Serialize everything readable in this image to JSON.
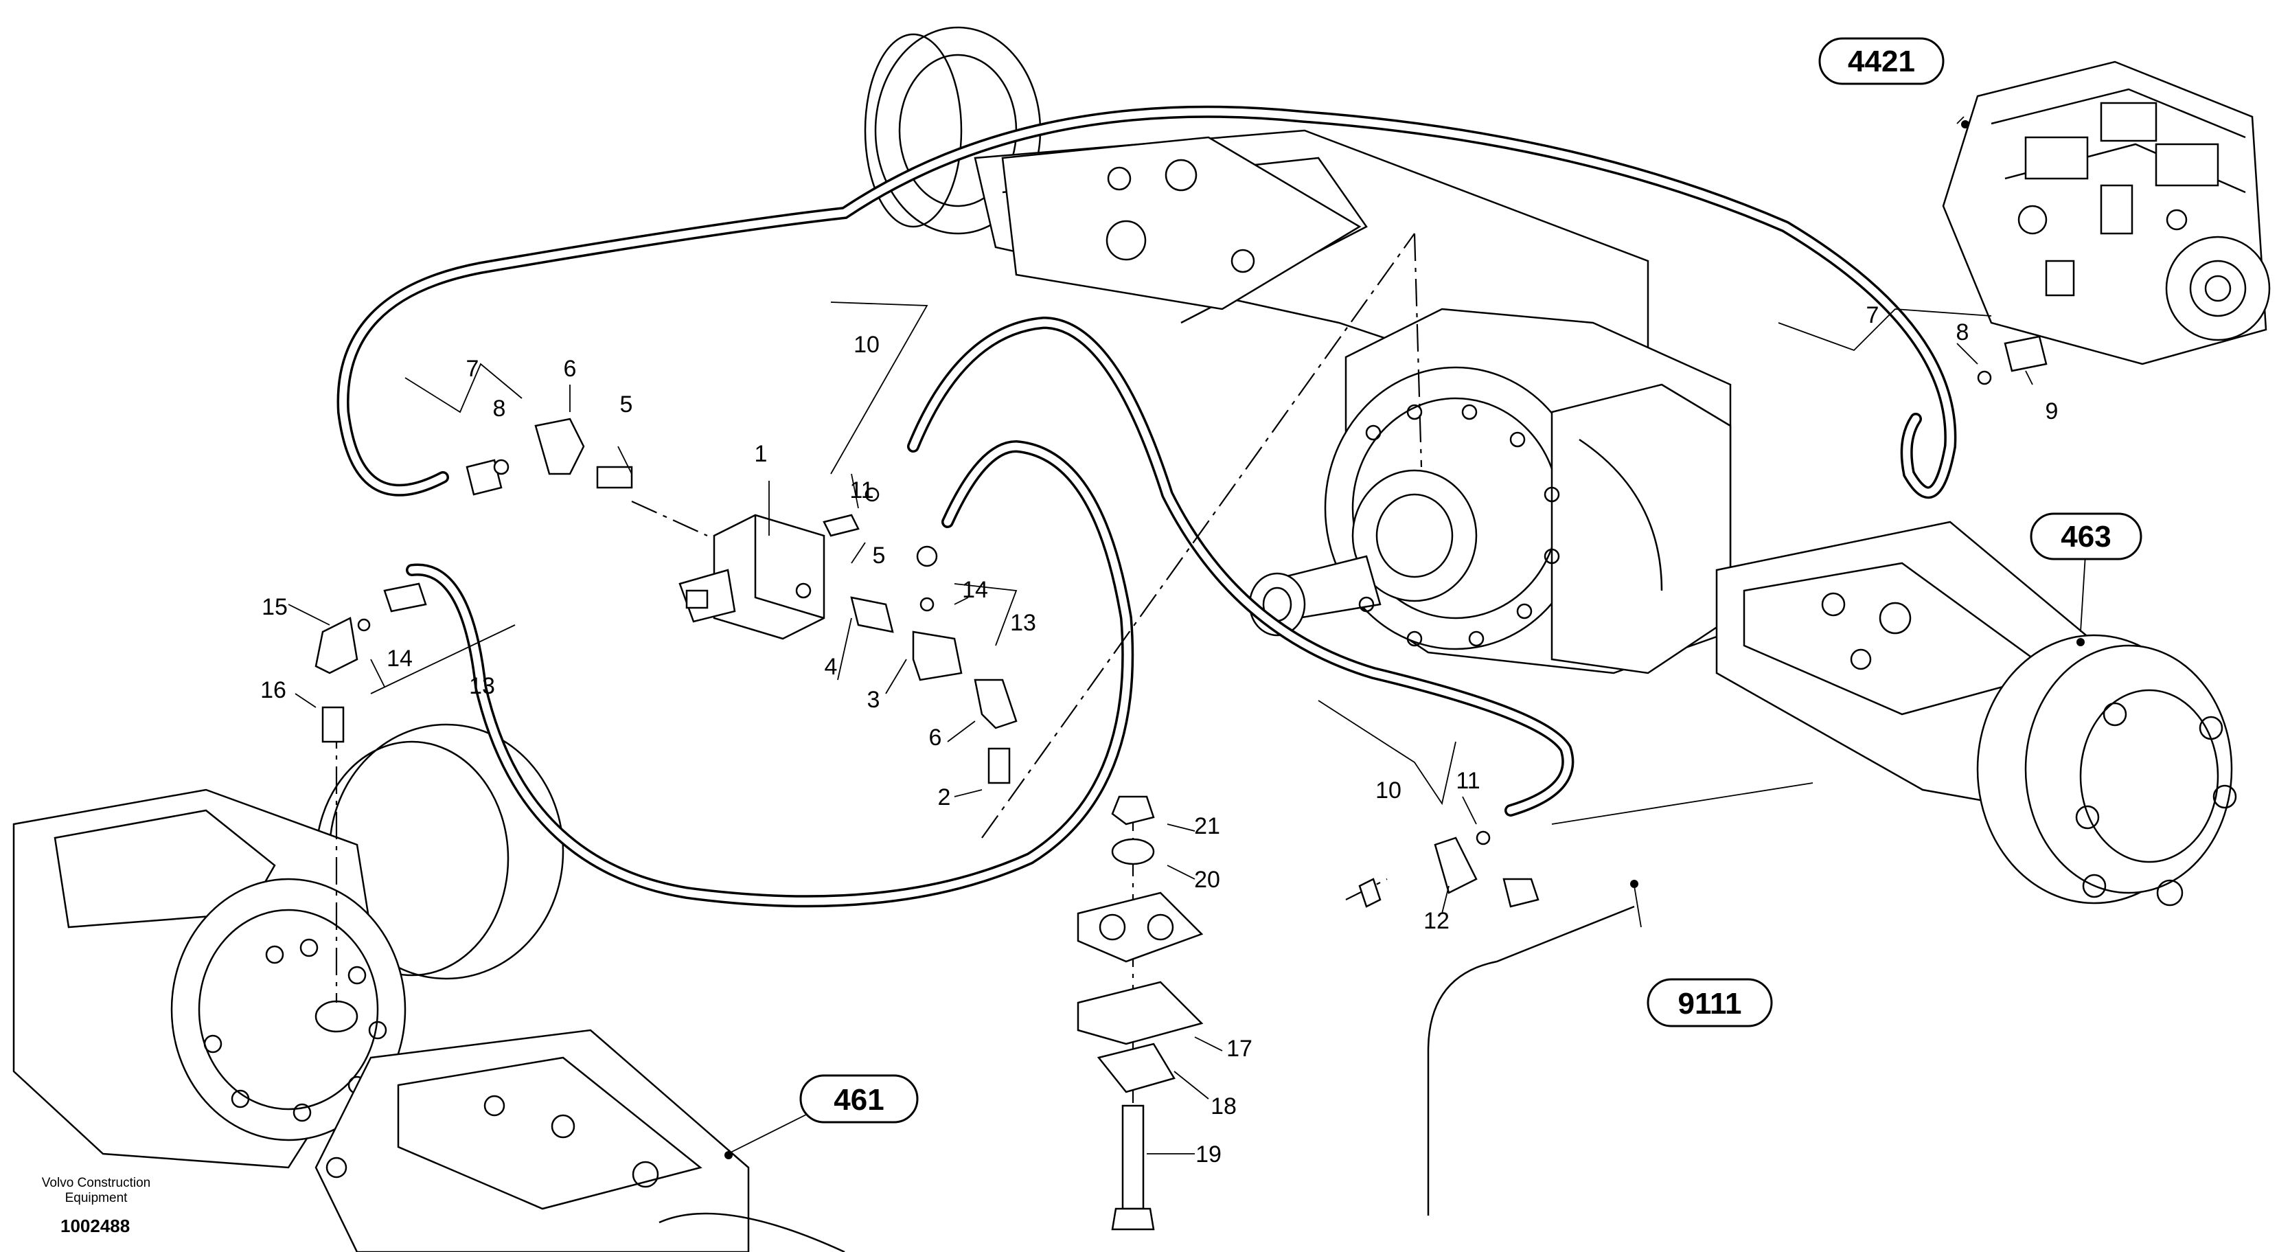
{
  "callouts": {
    "c4421": "4421",
    "c463": "463",
    "c461": "461",
    "c9111": "9111"
  },
  "part_numbers": {
    "p1": "1",
    "p2": "2",
    "p3": "3",
    "p4": "4",
    "p5a": "5",
    "p5b": "5",
    "p6a": "6",
    "p6b": "6",
    "p7a": "7",
    "p7b": "7",
    "p8a": "8",
    "p8b": "8",
    "p9": "9",
    "p10a": "10",
    "p10b": "10",
    "p11a": "11",
    "p11b": "11",
    "p12": "12",
    "p13a": "13",
    "p13b": "13",
    "p14a": "14",
    "p14b": "14",
    "p15": "15",
    "p16": "16",
    "p17": "17",
    "p18": "18",
    "p19": "19",
    "p20": "20",
    "p21": "21"
  },
  "footer": {
    "brand_line1": "Volvo Construction",
    "brand_line2": "Equipment",
    "drawing_id": "1002488"
  }
}
